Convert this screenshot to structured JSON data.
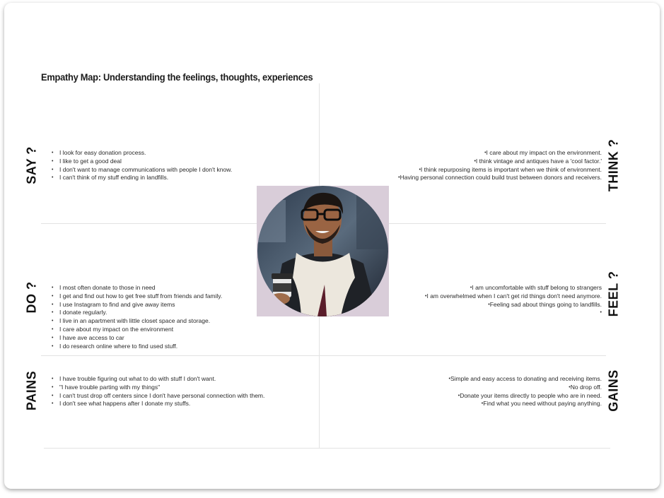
{
  "title": "Empathy Map: Understanding the feelings, thoughts, experiences",
  "quadrants": {
    "say": {
      "label": "SAY ?",
      "items": [
        "I look for easy donation process.",
        "I like to get a good deal",
        "I don't want to manage communications with people I don't know.",
        "I can't think of my stuff ending in landfills."
      ]
    },
    "think": {
      "label": "THINK ?",
      "items": [
        "I care about my impact on the environment.",
        "I think vintage and antiques have a 'cool factor.'",
        "I think repurposing items is important when we think of environment.",
        "Having personal connection could build trust between donors and receivers."
      ]
    },
    "do": {
      "label": "DO ?",
      "items": [
        "I most often donate to those in need",
        "I get and find out how to get free stuff from friends and family.",
        "I use Instagram to find and give away items",
        "I donate regularly.",
        "I live in an apartment with little closet space and storage.",
        "I care about my impact on the environment",
        "I have ave access to car",
        "I do research online where to find used stuff."
      ]
    },
    "feel": {
      "label": "FEEL ?",
      "items": [
        "I am uncomfortable with stuff belong to strangers",
        "I am overwhelmed when I can't get rid things don't need anymore.",
        "Feeling sad about things going to landfills.",
        ""
      ]
    },
    "pains": {
      "label": "PAINS",
      "items": [
        "I have trouble figuring out what to do with stuff I don't want.",
        "\"I have trouble parting with my things\"",
        "I can't trust drop off centers since I don't have personal connection with them.",
        "I don't see what happens after I donate my stuffs."
      ]
    },
    "gains": {
      "label": "GAINS",
      "items": [
        "Simple and easy  access to donating and receiving items.",
        "No drop off.",
        "Donate your items directly to people who are in need.",
        "Find what you need without paying anything."
      ]
    }
  },
  "colors": {
    "photo_background": "#d9cdd9",
    "grid_lines": "#e3e3e3",
    "text": "#2a2a2a"
  }
}
